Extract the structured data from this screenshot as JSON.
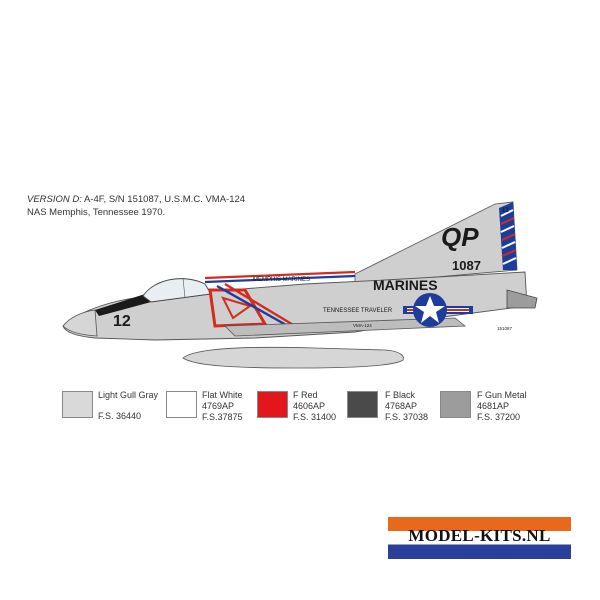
{
  "caption": {
    "version_label": "VERSION D:",
    "line1_rest": " A-4F, S/N 151087, U.S.M.C. VMA-124",
    "line2": "NAS Memphis, Tennessee 1970."
  },
  "aircraft": {
    "tail_code": "QP",
    "tail_number": "1087",
    "tail_small_number": "12",
    "fuselage_title": "MARINES",
    "spine_marking": "MEMPHIS MARINES",
    "side_marking": "TENNESSEE TRAVELER",
    "unit_marking": "VMA-124",
    "nose_number": "12",
    "serial_small": "151087",
    "colors": {
      "body": "#cfcfcf",
      "red": "#d62a1f",
      "blue": "#1d3d9c",
      "black": "#1a1a1a"
    }
  },
  "swatches": [
    {
      "name": "Light Gull Gray",
      "code": "",
      "fs": "F.S. 36440",
      "color": "#d9d9d9"
    },
    {
      "name": "Flat White",
      "code": "4769AP",
      "fs": "F.S.37875",
      "color": "#ffffff"
    },
    {
      "name": "F Red",
      "code": "4606AP",
      "fs": "F.S. 31400",
      "color": "#e2171b"
    },
    {
      "name": "F Black",
      "code": "4768AP",
      "fs": "F.S. 37038",
      "color": "#4a4a4a"
    },
    {
      "name": "F Gun Metal",
      "code": "4681AP",
      "fs": "F.S. 37200",
      "color": "#9c9c9c"
    }
  ],
  "logo": {
    "text": "MODEL-KITS.NL"
  }
}
